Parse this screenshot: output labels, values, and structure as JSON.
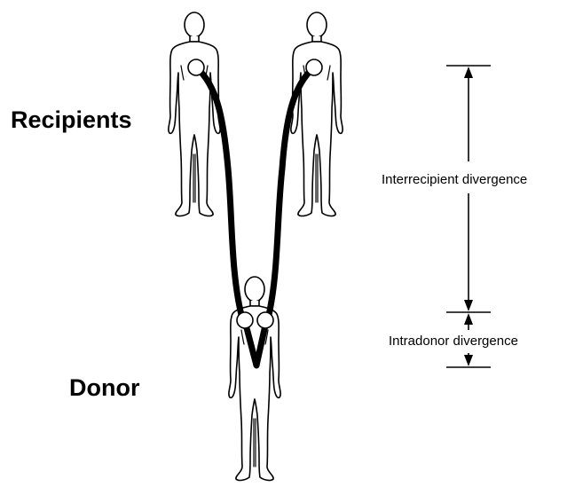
{
  "labels": {
    "recipients": "Recipients",
    "donor": "Donor",
    "interrecipient": "Interrecipient divergence",
    "intradonor": "Intradonor divergence"
  },
  "icons": {
    "person": "human-silhouette-icon",
    "sample": "circle-node-icon"
  },
  "colors": {
    "ink": "#000000",
    "background": "#ffffff"
  }
}
